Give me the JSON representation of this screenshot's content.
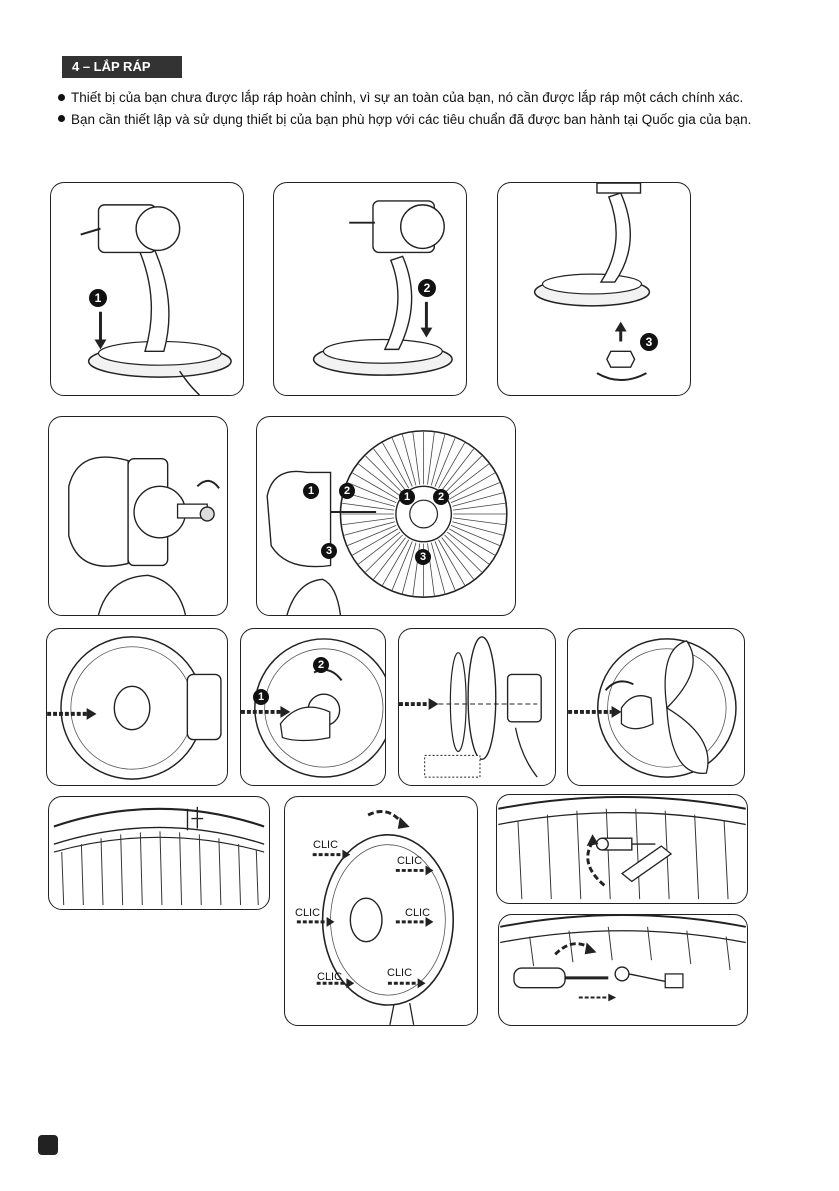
{
  "section": {
    "title": "4 – LẮP RÁP"
  },
  "bullets": [
    "Thiết bị của bạn chưa được lắp ráp hoàn chỉnh, vì sự an toàn của bạn, nó cần được lắp ráp một cách chính xác.",
    "Bạn cần thiết lập và sử dụng thiết bị của bạn phù hợp với các tiêu chuẩn đã được ban hành tại Quốc gia của bạn."
  ],
  "steps": {
    "one": "1",
    "two": "2",
    "three": "3"
  },
  "clic": "CLIC",
  "colors": {
    "ink": "#222222",
    "tag_bg": "#333333",
    "page_mark": "#222222"
  }
}
